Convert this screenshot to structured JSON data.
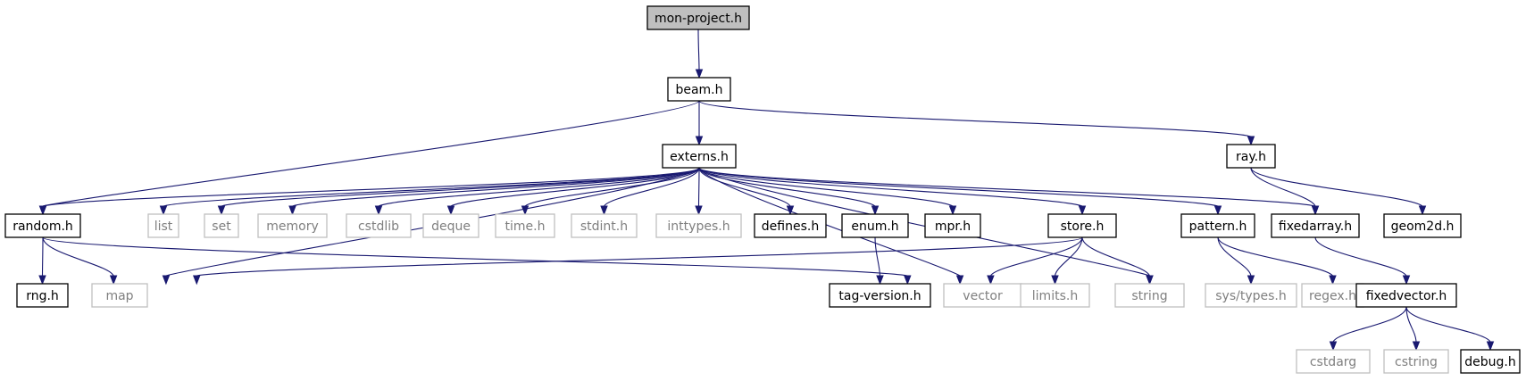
{
  "colors": {
    "edge": "#191970",
    "node_border": "#000000",
    "sys_border": "#bfbfbf",
    "root_fill": "#bfbfbf",
    "sys_text": "#7f7f7f"
  },
  "nodes": [
    {
      "id": "mon-project",
      "label": "mon-project.h",
      "kind": "root"
    },
    {
      "id": "beam",
      "label": "beam.h",
      "kind": "doc"
    },
    {
      "id": "externs",
      "label": "externs.h",
      "kind": "doc"
    },
    {
      "id": "ray",
      "label": "ray.h",
      "kind": "doc"
    },
    {
      "id": "random",
      "label": "random.h",
      "kind": "doc"
    },
    {
      "id": "list",
      "label": "list",
      "kind": "sys"
    },
    {
      "id": "set",
      "label": "set",
      "kind": "sys"
    },
    {
      "id": "memory",
      "label": "memory",
      "kind": "sys"
    },
    {
      "id": "cstdlib",
      "label": "cstdlib",
      "kind": "sys"
    },
    {
      "id": "deque",
      "label": "deque",
      "kind": "sys"
    },
    {
      "id": "time",
      "label": "time.h",
      "kind": "sys"
    },
    {
      "id": "stdint",
      "label": "stdint.h",
      "kind": "sys"
    },
    {
      "id": "inttypes",
      "label": "inttypes.h",
      "kind": "sys"
    },
    {
      "id": "defines",
      "label": "defines.h",
      "kind": "doc"
    },
    {
      "id": "enum",
      "label": "enum.h",
      "kind": "doc"
    },
    {
      "id": "mpr",
      "label": "mpr.h",
      "kind": "doc"
    },
    {
      "id": "store",
      "label": "store.h",
      "kind": "doc"
    },
    {
      "id": "pattern",
      "label": "pattern.h",
      "kind": "doc"
    },
    {
      "id": "fixedarray",
      "label": "fixedarray.h",
      "kind": "doc"
    },
    {
      "id": "geom2d",
      "label": "geom2d.h",
      "kind": "doc"
    },
    {
      "id": "rng",
      "label": "rng.h",
      "kind": "doc"
    },
    {
      "id": "map",
      "label": "map",
      "kind": "sys"
    },
    {
      "id": "tag-version",
      "label": "tag-version.h",
      "kind": "doc"
    },
    {
      "id": "vector",
      "label": "vector",
      "kind": "sys"
    },
    {
      "id": "limits",
      "label": "limits.h",
      "kind": "sys"
    },
    {
      "id": "string",
      "label": "string",
      "kind": "sys"
    },
    {
      "id": "systypes",
      "label": "sys/types.h",
      "kind": "sys"
    },
    {
      "id": "regex",
      "label": "regex.h",
      "kind": "sys"
    },
    {
      "id": "fixedvector",
      "label": "fixedvector.h",
      "kind": "doc"
    },
    {
      "id": "cstdarg",
      "label": "cstdarg",
      "kind": "sys"
    },
    {
      "id": "cstring",
      "label": "cstring",
      "kind": "sys"
    },
    {
      "id": "debug",
      "label": "debug.h",
      "kind": "doc"
    }
  ],
  "edges": [
    [
      "mon-project",
      "beam"
    ],
    [
      "beam",
      "externs"
    ],
    [
      "beam",
      "random"
    ],
    [
      "beam",
      "ray"
    ],
    [
      "externs",
      "list"
    ],
    [
      "externs",
      "set"
    ],
    [
      "externs",
      "memory"
    ],
    [
      "externs",
      "cstdlib"
    ],
    [
      "externs",
      "deque"
    ],
    [
      "externs",
      "time"
    ],
    [
      "externs",
      "stdint"
    ],
    [
      "externs",
      "inttypes"
    ],
    [
      "externs",
      "defines"
    ],
    [
      "externs",
      "enum"
    ],
    [
      "externs",
      "mpr"
    ],
    [
      "externs",
      "store"
    ],
    [
      "externs",
      "pattern"
    ],
    [
      "externs",
      "fixedarray"
    ],
    [
      "externs",
      "random"
    ],
    [
      "externs",
      "map"
    ],
    [
      "externs",
      "vector"
    ],
    [
      "externs",
      "string"
    ],
    [
      "ray",
      "fixedarray"
    ],
    [
      "ray",
      "geom2d"
    ],
    [
      "random",
      "rng"
    ],
    [
      "random",
      "map"
    ],
    [
      "random",
      "vector"
    ],
    [
      "enum",
      "tag-version"
    ],
    [
      "store",
      "map"
    ],
    [
      "store",
      "vector"
    ],
    [
      "store",
      "limits"
    ],
    [
      "store",
      "string"
    ],
    [
      "pattern",
      "systypes"
    ],
    [
      "pattern",
      "regex"
    ],
    [
      "fixedarray",
      "fixedvector"
    ],
    [
      "fixedvector",
      "cstdarg"
    ],
    [
      "fixedvector",
      "cstring"
    ],
    [
      "fixedvector",
      "debug"
    ]
  ]
}
